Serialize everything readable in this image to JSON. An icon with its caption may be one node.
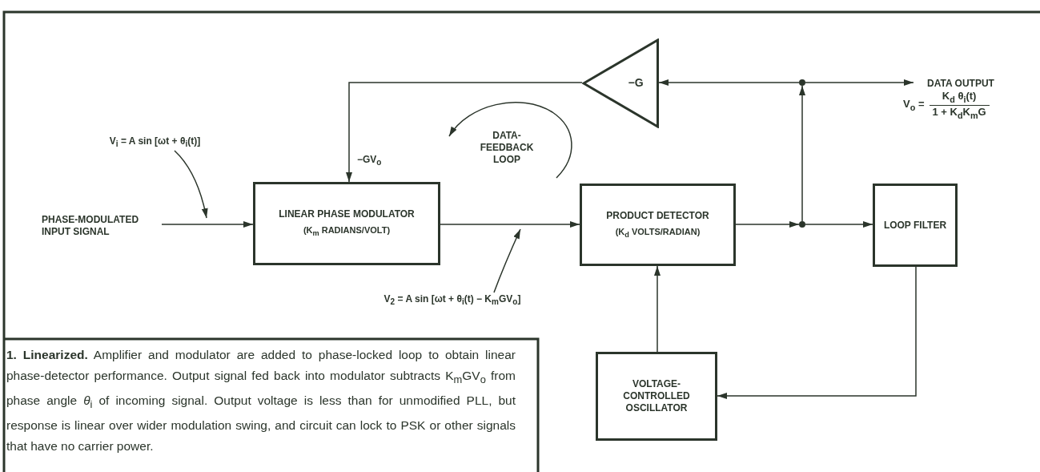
{
  "diagram": {
    "caption": "**1. Linearized.** Amplifier and modulator are added to phase-locked loop to obtain linear phase-detector performance. Output signal fed back into modulator subtracts K$_{m}$GV$_{o}$ from phase angle *θ*$_{i}$ of incoming signal. Output voltage is less than for unmodified PLL, but response is linear over wider modulation swing, and circuit can lock to PSK or other signals that have no carrier power.",
    "nodes": [
      {
        "text": [
          "PHASE-MODULATED INPUT SIGNAL"
        ]
      },
      {
        "text": [
          "LINEAR PHASE MODULATOR",
          "(K$_{m}$ RADIANS/VOLT)"
        ]
      },
      {
        "text": [
          "PRODUCT DETECTOR",
          "(K$_{d}$ VOLTS/RADIAN)"
        ]
      },
      {
        "text": [
          "LOOP FILTER"
        ]
      },
      {
        "text": [
          "VOLTAGE-CONTROLLED OSCILLATOR"
        ]
      },
      {
        "text": [
          "−G"
        ]
      },
      {
        "text": [],
        "shape": "circle"
      },
      {
        "text": [],
        "shape": "circle"
      },
      {
        "text": [
          "DATA OUTPUT"
        ],
        "beside": [
          "V$_{o}$ =",
          "K$_{d}$ θ$_{i}$(t)",
          "1 + K$_{d}$K$_{m}$G"
        ]
      },
      {
        "text": [
          "V$_{i}$ = A sin [ωt + θ$_{i}$(t)]"
        ]
      },
      {
        "text": [
          "V$_{2}$ = A sin [ωt + θ$_{i}$(t) − K$_{m}$GV$_{o}$]"
        ]
      }
    ],
    "edges": [
      {
        "from": 0,
        "to": 1,
        "arrow": "to"
      },
      {
        "from": 1,
        "to": 2,
        "arrow": "to"
      },
      {
        "from": 2,
        "to": 7,
        "arrow": "to"
      },
      {
        "from": 7,
        "to": 3,
        "arrow": "to"
      },
      {
        "from": 7,
        "to": 6,
        "arrow": "to"
      },
      {
        "from": 6,
        "to": 5,
        "arrow": "to"
      },
      {
        "from": 6,
        "to": 8,
        "arrow": "to"
      },
      {
        "from": 5,
        "to": 1,
        "arrow": "to",
        "label": "−GV$_{o}$"
      },
      {
        "from": 3,
        "to": 4,
        "arrow": "to"
      },
      {
        "from": 4,
        "to": 2,
        "arrow": "to"
      },
      {
        "from": 9,
        "to": null,
        "arrow": "to"
      },
      {
        "from": 10,
        "to": null,
        "arrow": "to"
      }
    ],
    "labels": [
      "DATA- FEEDBACK LOOP"
    ]
  }
}
